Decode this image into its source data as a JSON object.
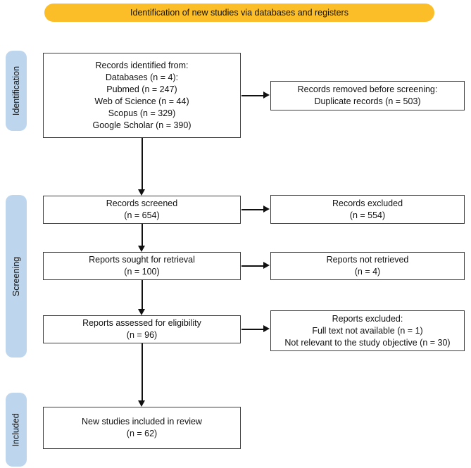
{
  "banner": {
    "label": "Identification of new studies via databases and registers"
  },
  "stages": {
    "identification": {
      "label": "Identification"
    },
    "screening": {
      "label": "Screening"
    },
    "included": {
      "label": "Included"
    }
  },
  "flow": {
    "records_identified": {
      "lines": [
        "Records identified from:",
        "Databases (n = 4):",
        "Pubmed (n = 247)",
        "Web of Science (n = 44)",
        "Scopus (n = 329)",
        "Google Scholar (n = 390)"
      ]
    },
    "records_removed": {
      "lines": [
        "Records removed before screening:",
        "Duplicate records (n = 503)"
      ]
    },
    "records_screened": {
      "lines": [
        "Records screened",
        "(n = 654)"
      ]
    },
    "records_excluded": {
      "lines": [
        "Records excluded",
        "(n = 554)"
      ]
    },
    "reports_sought": {
      "lines": [
        "Reports sought for retrieval",
        "(n = 100)"
      ]
    },
    "reports_not_retrieved": {
      "lines": [
        "Reports not retrieved",
        "(n = 4)"
      ]
    },
    "reports_assessed": {
      "lines": [
        "Reports assessed for eligibility",
        "(n = 96)"
      ]
    },
    "reports_excluded": {
      "lines": [
        "Reports excluded:",
        "Full text not available (n = 1)",
        "Not relevant to the study objective (n = 30)"
      ]
    },
    "new_studies_included": {
      "lines": [
        "New studies included in review",
        "(n = 62)"
      ]
    }
  },
  "colors": {
    "banner_bg": "#FBBE28",
    "stage_bg": "#BDD6EE",
    "box_border": "#3c3c3c",
    "arrow": "#111111",
    "text": "#111111"
  }
}
